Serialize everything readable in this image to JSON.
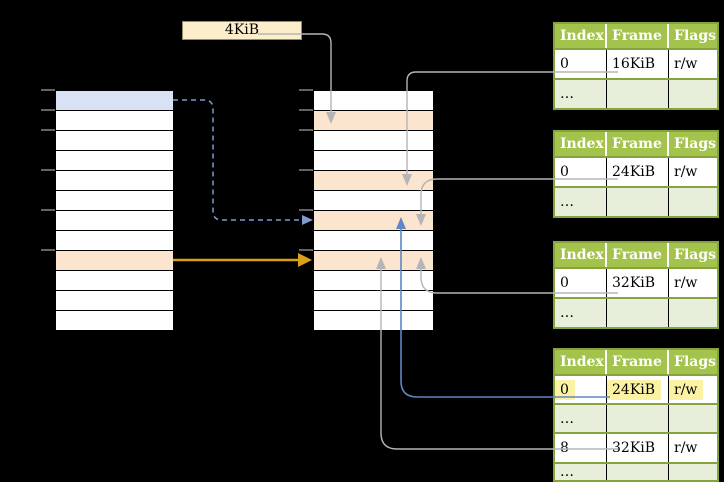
{
  "diagram": {
    "frame_size_label": "4KiB",
    "colors": {
      "page_blue": "#d9e2f4",
      "page_orange": "#fce5cf",
      "label_box_bg": "#fceecb",
      "table_header_bg": "#a3c34c",
      "table_border": "#87a33f",
      "table_shaded_row": "#e7eed9",
      "highlight_yellow": "#fbf3a3",
      "connector_gray": "#b5b5b5",
      "solid_blue": "#5f86c5",
      "dashed_blue": "#7f9cd1",
      "orange_arrow": "#dd9f16",
      "tick_gray": "#8c8c8c"
    },
    "virtual_memory": {
      "rows": [
        "blue",
        "white",
        "white",
        "white",
        "white",
        "white",
        "white",
        "white",
        "orange",
        "white",
        "white",
        "white"
      ]
    },
    "physical_memory": {
      "rows": [
        "white",
        "orange",
        "white",
        "white",
        "orange",
        "white",
        "orange",
        "white",
        "orange",
        "white",
        "white",
        "white"
      ]
    },
    "page_tables": [
      {
        "headers": [
          "Index",
          "Frame",
          "Flags"
        ],
        "rows": [
          {
            "cells": [
              "0",
              "16KiB",
              "r/w"
            ],
            "shaded": false,
            "highlight": false
          },
          {
            "cells": [
              "…",
              "",
              ""
            ],
            "shaded": true,
            "highlight": false
          }
        ]
      },
      {
        "headers": [
          "Index",
          "Frame",
          "Flags"
        ],
        "rows": [
          {
            "cells": [
              "0",
              "24KiB",
              "r/w"
            ],
            "shaded": false,
            "highlight": false
          },
          {
            "cells": [
              "…",
              "",
              ""
            ],
            "shaded": true,
            "highlight": false
          }
        ]
      },
      {
        "headers": [
          "Index",
          "Frame",
          "Flags"
        ],
        "rows": [
          {
            "cells": [
              "0",
              "32KiB",
              "r/w"
            ],
            "shaded": false,
            "highlight": false
          },
          {
            "cells": [
              "…",
              "",
              ""
            ],
            "shaded": true,
            "highlight": false
          }
        ]
      },
      {
        "headers": [
          "Index",
          "Frame",
          "Flags"
        ],
        "rows": [
          {
            "cells": [
              "0",
              "24KiB",
              "r/w"
            ],
            "shaded": false,
            "highlight": true
          },
          {
            "cells": [
              "…",
              "",
              ""
            ],
            "shaded": true,
            "highlight": false
          },
          {
            "cells": [
              "8",
              "32KiB",
              "r/w"
            ],
            "shaded": false,
            "highlight": false
          },
          {
            "cells": [
              "…",
              "",
              ""
            ],
            "shaded": true,
            "highlight": false
          }
        ]
      }
    ]
  }
}
